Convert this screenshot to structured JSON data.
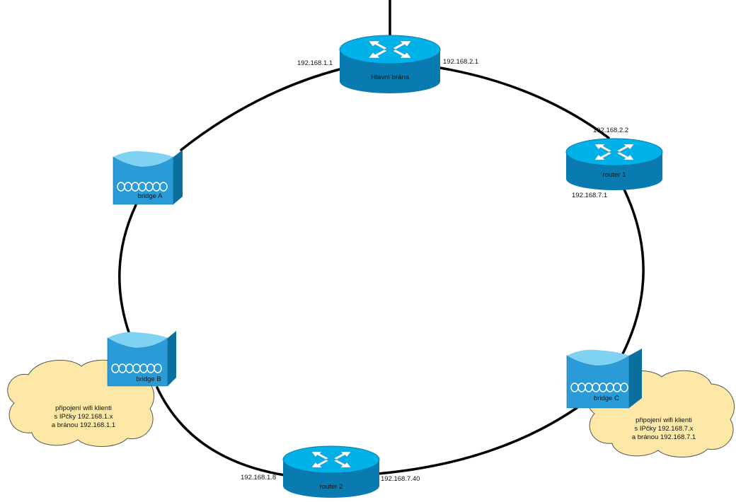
{
  "colors": {
    "router_top": "#00b2e8",
    "router_side": "#0a7bb0",
    "bridge_front": "#2a9bd6",
    "bridge_side": "#0b6f9e",
    "cloud_fill": "#fde8a8",
    "cloud_stroke": "#555555",
    "link": "#000000"
  },
  "devices": {
    "gateway": {
      "name": "Hlavní brána",
      "icon": "router-icon"
    },
    "router1": {
      "name": "router 1",
      "icon": "router-icon"
    },
    "router2": {
      "name": "router 2",
      "icon": "router-icon"
    },
    "bridge_a": {
      "name": "bridge A",
      "icon": "wireless-bridge-icon"
    },
    "bridge_b": {
      "name": "bridge B",
      "icon": "wireless-bridge-icon"
    },
    "bridge_c": {
      "name": "bridge C",
      "icon": "wireless-bridge-icon"
    }
  },
  "ip_labels": {
    "gateway_left": "192.168.1.1",
    "gateway_right": "192.168.2.1",
    "router1_top": "192.168.2.2",
    "router1_bottom": "192.168.7.1",
    "router2_left": "192.168.1.8",
    "router2_right": "192.168.7.40"
  },
  "clouds": {
    "left": {
      "line1": "připojení wifi klienti",
      "line2": "s IPčky 192.168.1.x",
      "line3": "a  bránou 192.168.1.1"
    },
    "right": {
      "line1": "připojení wifi klienti",
      "line2": "s IPčky 192.168.7.x",
      "line3": "a bránou 192.168.7.1"
    }
  }
}
